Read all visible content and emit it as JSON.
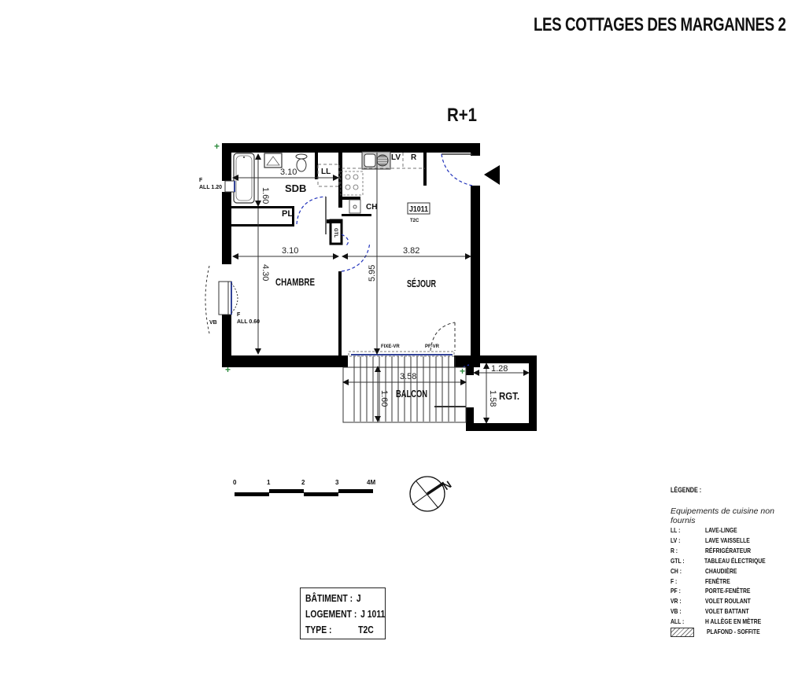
{
  "header": {
    "title": "LES COTTAGES DES MARGANNES 2",
    "level": "R+1"
  },
  "rooms": {
    "sdb": "SDB",
    "pl": "PL",
    "chambre": "CHAMBRE",
    "sejour": "SÉJOUR",
    "balcon": "BALCON",
    "rgt": "RGT.",
    "unit_tag": "J1011",
    "unit_type": "T2C"
  },
  "equipment": {
    "ll": "LL",
    "lv": "LV",
    "r": "R",
    "ch": "CH",
    "gtl": "GTL"
  },
  "dimensions": {
    "sdb_width": "3.10",
    "sdb_depth": "1.60",
    "chambre_width": "3.10",
    "chambre_depth": "4.30",
    "sejour_width": "3.82",
    "sejour_depth": "5.95",
    "balcon_width": "3.58",
    "balcon_depth": "1.60",
    "rgt_width": "1.28",
    "rgt_depth": "1.58"
  },
  "annotations": {
    "window_sdb_f": "F",
    "window_sdb_all": "ALL 1.20",
    "window_chambre_f": "F",
    "window_chambre_all": "ALL 0.60",
    "window_chambre_vb": "VB",
    "bay_fixe": "FIXE-VR",
    "bay_pf": "PF-VR"
  },
  "scale_bar": {
    "ticks": [
      "0",
      "1",
      "2",
      "3",
      "4M"
    ]
  },
  "north_arrow": {
    "label": "N"
  },
  "info_box": {
    "batiment_label": "BÂTIMENT :",
    "batiment_value": "J",
    "logement_label": "LOGEMENT :",
    "logement_value": "J 1011",
    "type_label": "TYPE :",
    "type_value": "T2C"
  },
  "legend": {
    "title": "LÉGENDE :",
    "note": "Equipements de cuisine non fournis",
    "items": [
      {
        "code": "LL :",
        "desc": "LAVE-LINGE"
      },
      {
        "code": "LV :",
        "desc": "LAVE VAISSELLE"
      },
      {
        "code": "R :",
        "desc": "RÉFRIGÉRATEUR"
      },
      {
        "code": "GTL :",
        "desc": "TABLEAU ÉLECTRIQUE"
      },
      {
        "code": "CH :",
        "desc": "CHAUDIÈRE"
      },
      {
        "code": "F :",
        "desc": "FENÊTRE"
      },
      {
        "code": "PF :",
        "desc": "PORTE-FENÊTRE"
      },
      {
        "code": "VR :",
        "desc": "VOLET ROULANT"
      },
      {
        "code": "VB :",
        "desc": "VOLET BATTANT"
      },
      {
        "code": "ALL :",
        "desc": "H ALLÈGE EN MÈTRE"
      }
    ],
    "hatch_desc": "PLAFOND - SOFFITE"
  },
  "colors": {
    "wall": "#000000",
    "door_swing": "#2233bb",
    "glazing": "#334499",
    "marker": "#2e8b3e"
  }
}
